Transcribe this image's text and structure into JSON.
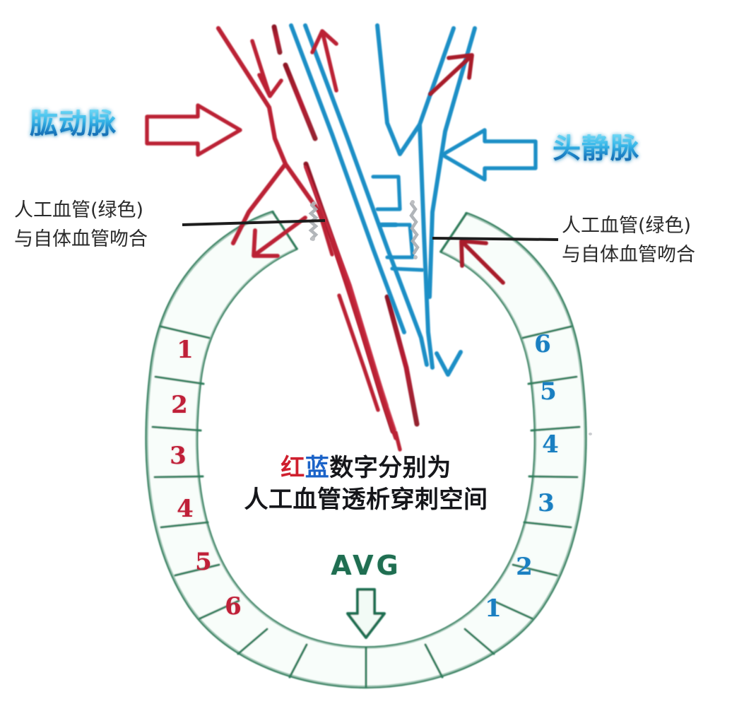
{
  "diagram": {
    "title_caption": {
      "line1_prefix_red": "红",
      "line1_prefix_blue": "蓝",
      "line1_rest": "数字分别为",
      "line2": "人工血管透析穿刺空间"
    },
    "graft_label": "AVG",
    "vessel_labels": {
      "brachial_artery": "肱动脉",
      "cephalic_vein": "头静脉"
    },
    "callouts": {
      "left": {
        "line1": "人工血管(绿色)",
        "line2": "与自体血管吻合"
      },
      "right": {
        "line1": "人工血管(绿色)",
        "line2": "与自体血管吻合"
      }
    },
    "puncture_sites": {
      "arterial_side_label_color": "#bf2038",
      "venous_side_label_color": "#1a7fc1",
      "left_column_numbers": [
        "1",
        "2",
        "3",
        "4",
        "5",
        "6"
      ],
      "right_column_numbers": [
        "6",
        "5",
        "4",
        "3",
        "2",
        "1"
      ]
    },
    "colors": {
      "artery_red": "#c2243c",
      "vein_blue": "#1e8fc6",
      "graft_green": "#2e7d5b",
      "graft_fill": "#f2fbf6",
      "suture_gray": "#a9adb2",
      "leader_line": "#1d1d1d",
      "caption_black": "#15161a",
      "avg_green": "#1f6e51"
    },
    "flow_arrows": {
      "inflow_arrow": "red-hollow-arrow-right",
      "outflow_arrow": "blue-hollow-arrow-left",
      "artery_down_arrow": "red-arrow-down",
      "vein_up_arrow": "red-arrow-up",
      "graft_arterial_arrow": "red-arrow-down-left",
      "graft_venous_arrow": "red-arrow-up-left",
      "avg_arrow": "green-hollow-arrow-down"
    }
  }
}
